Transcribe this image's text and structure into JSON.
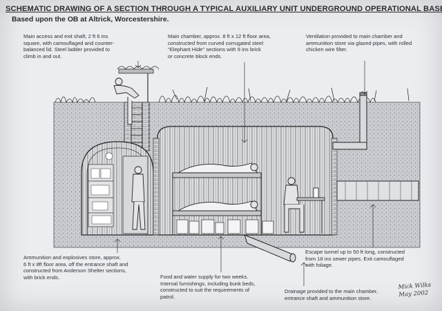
{
  "header": {
    "title": "SCHEMATIC DRAWING OF A SECTION THROUGH A TYPICAL AUXILIARY UNIT UNDERGROUND OPERATIONAL BASE.",
    "subtitle": "Based upon the OB at Altrick, Worcestershire."
  },
  "callouts": {
    "access_shaft": "Main access and exit shaft, 2 ft 6 ins\nsquare, with camouflaged and counter-\nbalanced lid. Steel ladder provided to\nclimb in and out.",
    "main_chamber": "Main chamber, approx. 8 ft x 12 ft floor area,\nconstructed from curved corrugated steel\n\"Elephant Hide\" sections with 9 ins brick\nor concrete block ends.",
    "ventilation": "Ventilation provided to main chamber and\nammunition store via glazed pipes, with rolled\nchicken wire filter.",
    "ammunition_store": "Ammunition and explosives store, approx.\n6 ft x 8ft floor area, off the entrance shaft and\nconstructed from Anderson Shelter sections,\nwith brick ends.",
    "food_water": "Food and water supply for two weeks.\nInternal furnishings, including bunk beds,\nconstructed to suit the requirements of\npatrol.",
    "escape_tunnel": "Escape tunnel up to 50 ft long, constructed\nfrom 18 ins sewer pipes. Exit camouflaged\nwith foliage.",
    "drainage": "Drainage provided to the main chamber,\nentrance shaft and ammunition store."
  },
  "signature": "Mick Wilks\nMay 2002"
}
